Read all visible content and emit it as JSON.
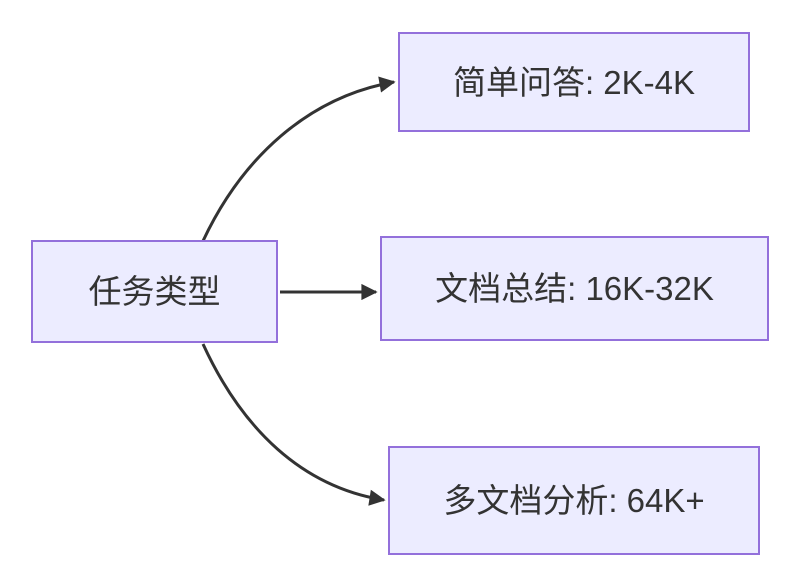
{
  "diagram": {
    "type": "flowchart-LR",
    "root": {
      "id": "task-type",
      "label": "任务类型"
    },
    "branches": [
      {
        "id": "simple-qa",
        "label": "简单问答: 2K-4K"
      },
      {
        "id": "doc-summary",
        "label": "文档总结: 16K-32K"
      },
      {
        "id": "multidoc",
        "label": "多文档分析: 64K+"
      }
    ],
    "edges": [
      {
        "from": "task-type",
        "to": "simple-qa"
      },
      {
        "from": "task-type",
        "to": "doc-summary"
      },
      {
        "from": "task-type",
        "to": "multidoc"
      }
    ]
  },
  "theme": {
    "node_fill": "#ECECFF",
    "node_border": "#9370DB",
    "edge_color": "#333333",
    "text_color": "#333333",
    "background": "#FFFFFF"
  }
}
